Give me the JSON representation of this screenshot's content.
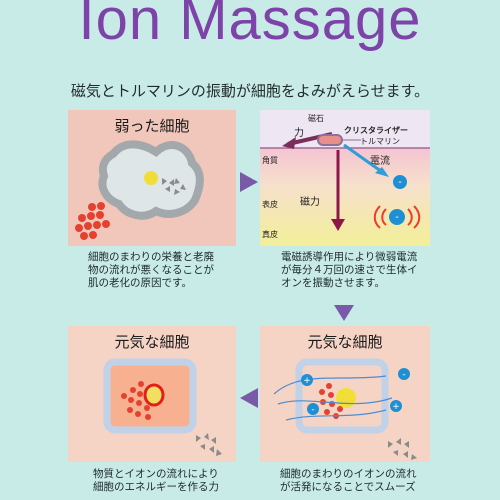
{
  "title": "Ion Massage",
  "subtitle": "磁気とトルマリンの振動が細胞をよみがえらせます。",
  "panels": {
    "weak": {
      "label": "弱った細胞",
      "caption": "細胞のまわりの栄養と老廃物の流れが悪くなることが肌の老化の原因です。"
    },
    "process": {
      "magnet": "磁石",
      "force": "力",
      "crystalizer": "クリスタライザー",
      "tourmaline": "トルマリン",
      "current": "電流",
      "magnetic_force": "磁力",
      "layers": [
        "角質",
        "表皮",
        "真皮"
      ],
      "caption": "電磁誘導作用により微弱電流が毎分４万回の速さで生体イオンを振動させます。"
    },
    "energetic_left": {
      "label": "元気な細胞",
      "caption": "物質とイオンの流れにより細胞のエネルギーを作る力が高まります。"
    },
    "energetic_right": {
      "label": "元気な細胞",
      "caption": "細胞のまわりのイオンの流れが活発になることでスムーズに物質が動きます。"
    }
  },
  "colors": {
    "title": "#7d43a8",
    "background": "#c9ebe8",
    "panel_pink": "#f1c7bb",
    "panel_peach": "#f5d4c5",
    "blue": "#2f9ed8",
    "purple": "#7a5aa8",
    "gold": "#f1df60",
    "red": "#e5412f"
  }
}
